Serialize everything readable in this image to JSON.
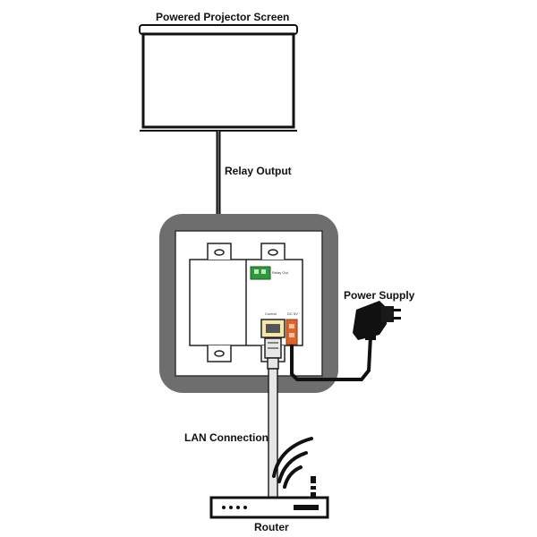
{
  "labels": {
    "screen": "Powered Projector Screen",
    "relay": "Relay Output",
    "power": "Power Supply",
    "lan": "LAN Connection",
    "router": "Router"
  },
  "port_labels": {
    "relay_port": "Relay Out",
    "control_port": "Control",
    "dc_port": "DC 5V"
  },
  "icons": {
    "screen": "projector-screen-icon",
    "wallplate": "wall-plate-icon",
    "adapter": "power-adapter-icon",
    "router": "router-icon",
    "wifi": "wifi-waves-icon"
  },
  "colors": {
    "frame": "#6e6e6e",
    "cable": "#222222",
    "connector_green": "#2f9a3c",
    "connector_orange": "#e0632a",
    "ethernet_cable": "#e6e6e6"
  }
}
